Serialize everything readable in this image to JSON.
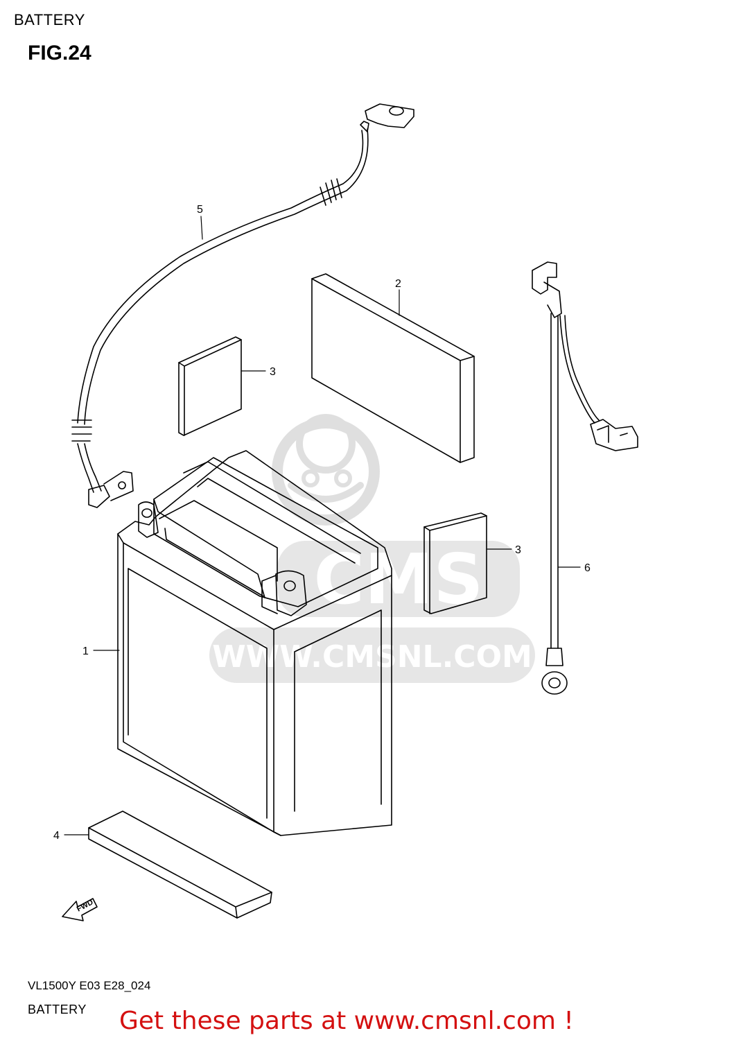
{
  "header": {
    "section_title": "BATTERY",
    "figure_label": "FIG.24"
  },
  "callouts": {
    "c1": "1",
    "c2": "2",
    "c3a": "3",
    "c3b": "3",
    "c4": "4",
    "c5": "5",
    "c6": "6"
  },
  "watermark": {
    "logo_text": "CMS",
    "url_text": "WWW.CMSNL.COM"
  },
  "fwd_marker": {
    "label": "FWD"
  },
  "footer": {
    "model_code": "VL1500Y E03 E28_024",
    "caption": "BATTERY",
    "promo_text": "Get these parts at www.cmsnl.com !",
    "promo_color": "#d41010"
  }
}
